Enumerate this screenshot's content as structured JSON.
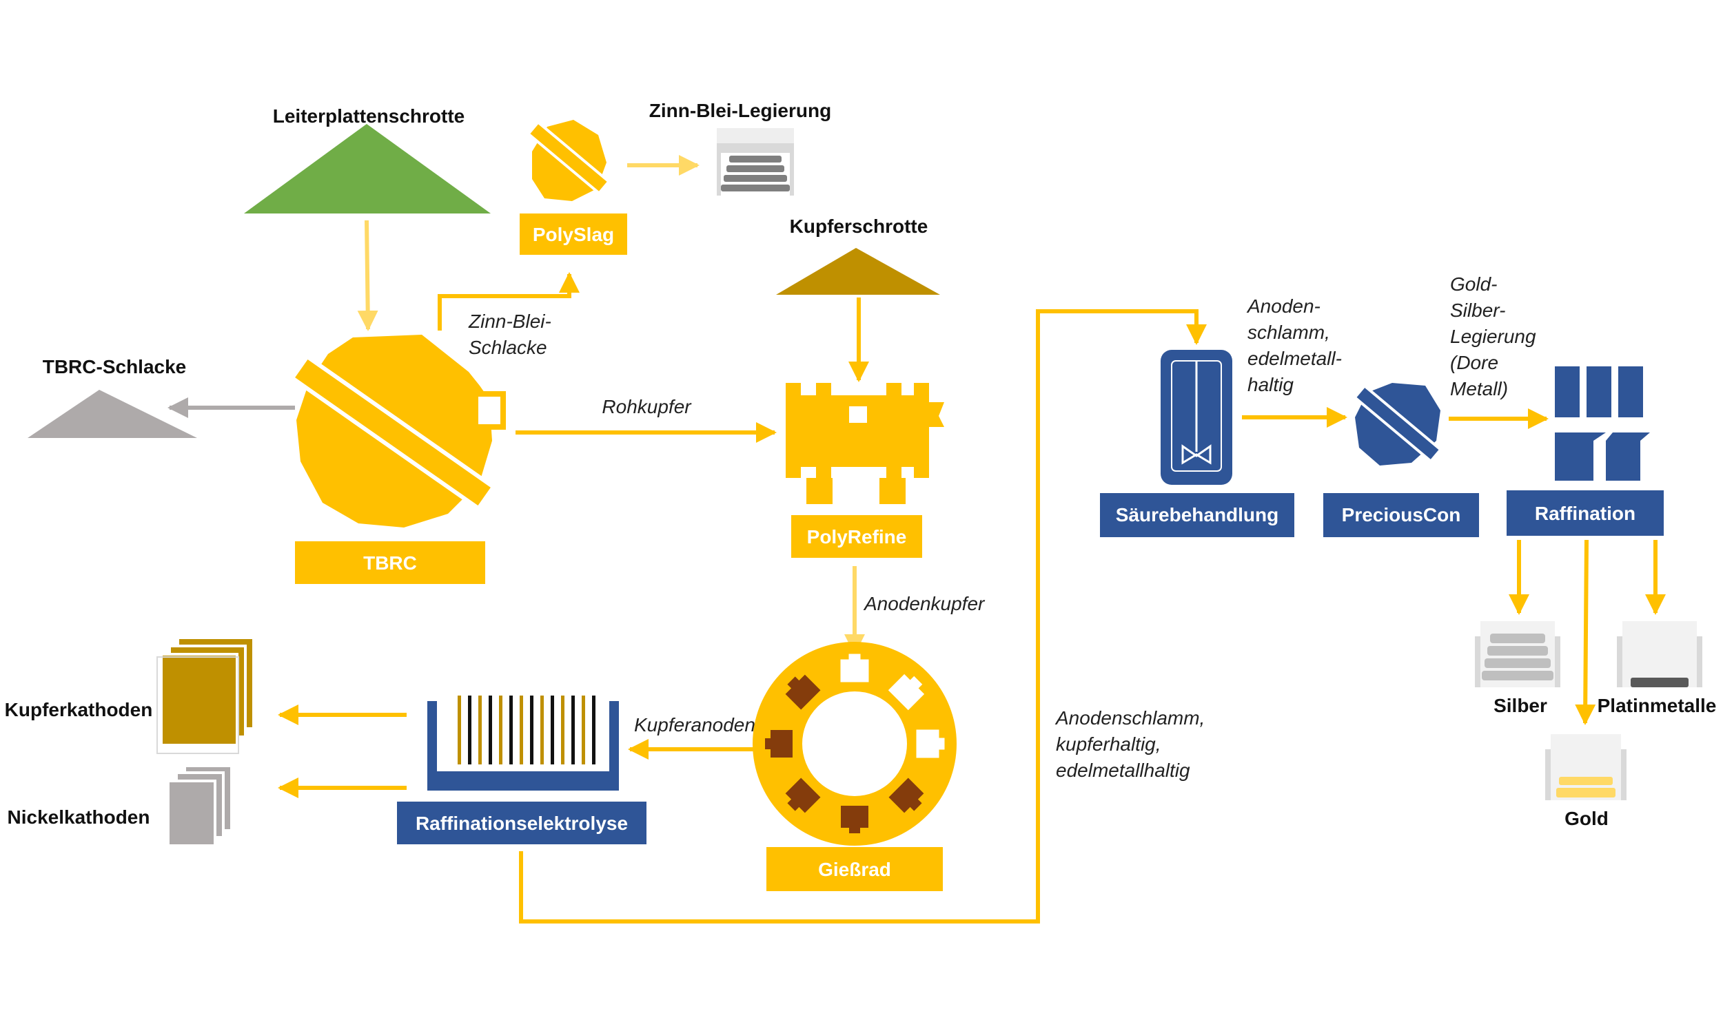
{
  "colors": {
    "yellow": "#FFC000",
    "light_yellow": "#FFD966",
    "blue": "#2F5597",
    "green": "#70AD47",
    "gray": "#AEAAAA",
    "brown": "#BF9000",
    "dark_brown": "#843C0C"
  },
  "materials": {
    "leiterplattenschrotte": "Leiterplattenschrotte",
    "zinn_blei_legierung": "Zinn-Blei-Legierung",
    "kupferschrotte": "Kupferschrotte",
    "tbrc_schlacke": "TBRC-Schlacke",
    "kupferkathoden": "Kupferkathoden",
    "nickelkathoden": "Nickelkathoden",
    "silber": "Silber",
    "platinmetalle": "Platinmetalle",
    "gold": "Gold"
  },
  "processes": {
    "polyslag": "PolySlag",
    "tbrc": "TBRC",
    "polyrefine": "PolyRefine",
    "giessrad": "Gießrad",
    "raffinationselektrolyse": "Raffinationselektrolyse",
    "saeurebehandlung": "Säurebehandlung",
    "preciouscon": "PreciousCon",
    "raffination": "Raffination"
  },
  "flows": {
    "zinn_blei_schlacke": [
      "Zinn-Blei-",
      "Schlacke"
    ],
    "rohkupfer": "Rohkupfer",
    "anodenkupfer": "Anodenkupfer",
    "kupferanoden": "Kupferanoden",
    "anodenschlamm_kupfer": [
      "Anodenschlamm,",
      "kupferhaltig,",
      "edelmetallhaltig"
    ],
    "anodenschlamm_edel": [
      "Anoden-",
      "schlamm,",
      "edelmetall-",
      "haltig"
    ],
    "dore": [
      "Gold-",
      "Silber-",
      "Legierung",
      "(Dore",
      "Metall)"
    ]
  }
}
